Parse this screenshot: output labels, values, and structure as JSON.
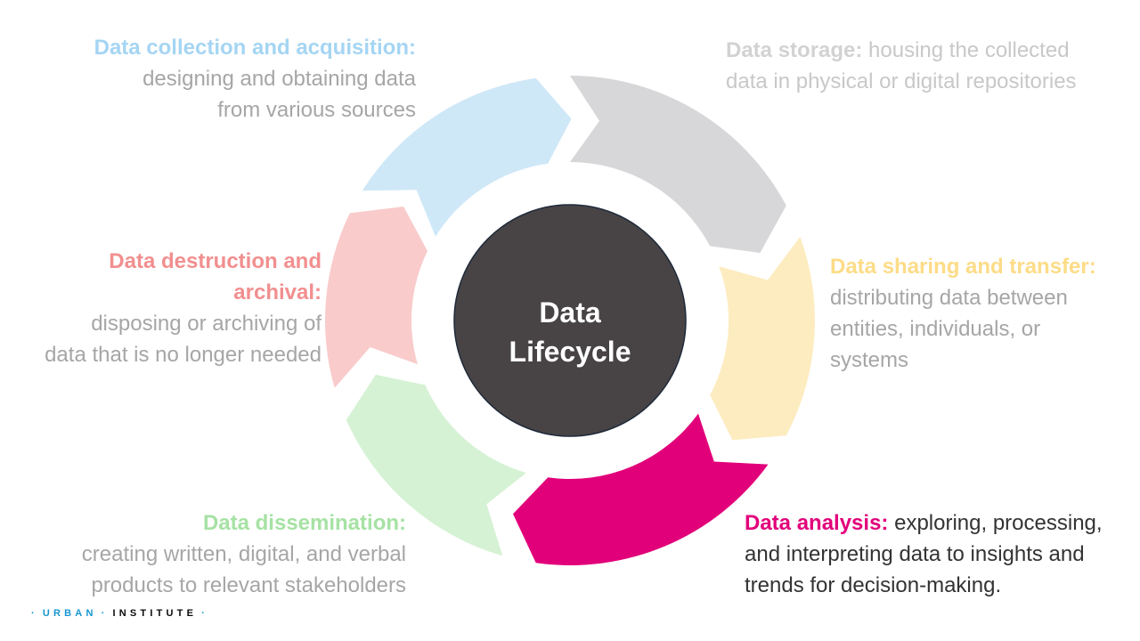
{
  "diagram": {
    "center_title": [
      "Data",
      "Lifecycle"
    ],
    "colors": {
      "center": "#484446",
      "collection": "#cfe8f8",
      "storage": "#d7d6d8",
      "sharing": "#fdecc0",
      "analysis": "#e2007a",
      "dissemination": "#d5f2d4",
      "destruction": "#f9cbcb"
    },
    "stages": [
      {
        "key": "collection",
        "title": "Data collection and acquisition:",
        "title_color": "#a5d5f3",
        "body_color": "#a6a6a6",
        "lines": [
          "designing and obtaining data",
          "from various sources"
        ]
      },
      {
        "key": "storage",
        "title": "Data storage:",
        "title_color": "#d2d2d2",
        "body_color": "#c8c8c8",
        "lines": [
          " housing the collected",
          "data in physical or digital repositories"
        ]
      },
      {
        "key": "sharing",
        "title": "Data sharing and transfer:",
        "title_color": "#fddc87",
        "body_color": "#a6a6a6",
        "lines": [
          "distributing data between",
          "entities, individuals, or",
          "systems"
        ]
      },
      {
        "key": "analysis",
        "title": "Data analysis:",
        "title_color": "#e2007a",
        "body_color": "#333333",
        "lines": [
          " exploring, processing,",
          "and interpreting data to insights and",
          "trends for decision-making."
        ]
      },
      {
        "key": "dissemination",
        "title": "Data dissemination:",
        "title_color": "#a6e2a4",
        "body_color": "#a6a6a6",
        "lines": [
          "creating written, digital, and verbal",
          "products to relevant stakeholders"
        ]
      },
      {
        "key": "destruction",
        "title_lines": [
          "Data destruction and",
          "archival:"
        ],
        "title_color": "#f28f8f",
        "body_color": "#a6a6a6",
        "lines": [
          "disposing or archiving of",
          "data that is no longer needed"
        ]
      }
    ]
  },
  "footer": {
    "urban": "URBAN",
    "institute": "INSTITUTE",
    "dot": "·",
    "brand_color": "#1696d2"
  }
}
